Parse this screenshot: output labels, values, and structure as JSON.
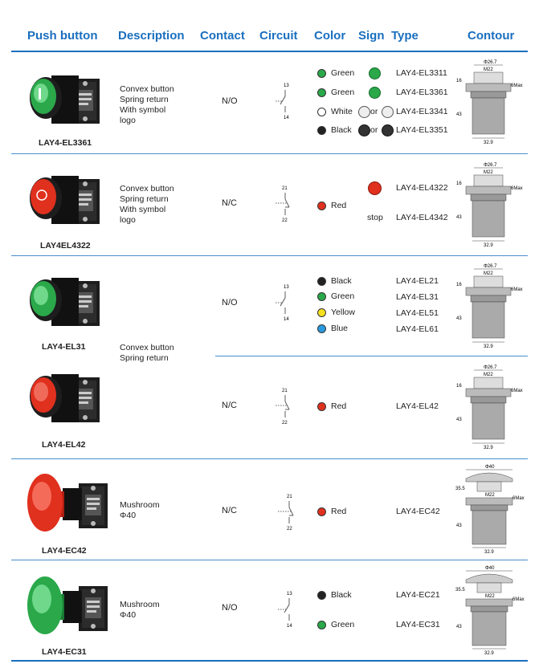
{
  "headers": {
    "push_button": "Push button",
    "description": "Description",
    "contact": "Contact",
    "circuit": "Circuit",
    "color": "Color",
    "sign": "Sign",
    "type": "Type",
    "contour": "Contour"
  },
  "colors": {
    "header_blue": "#1a6fbf",
    "green": "#2aa84a",
    "red": "#e0301e",
    "yellow": "#f5e020",
    "blue": "#2a9ae0",
    "black": "#222222",
    "white": "#ffffff"
  },
  "rows": [
    {
      "model": "LAY4-EL3361",
      "description": [
        "Convex button",
        "Spring return",
        "With symbol",
        "logo"
      ],
      "contact": "N/O",
      "circuit": {
        "top": "13",
        "bottom": "14"
      },
      "options": [
        {
          "color_name": "Green",
          "or": "",
          "code": "LAY4-EL3311"
        },
        {
          "color_name": "Green",
          "or": "",
          "code": "LAY4-EL3361"
        },
        {
          "color_name": "White",
          "or": "or",
          "code": "LAY4-EL3341"
        },
        {
          "color_name": "Black",
          "or": "or",
          "code": "LAY4-EL3351"
        }
      ]
    },
    {
      "model": "LAY4EL4322",
      "description": [
        "Convex button",
        "Spring return",
        "With symbol",
        "logo"
      ],
      "contact": "N/C",
      "circuit": {
        "top": "21",
        "bottom": "22"
      },
      "color_name": "Red",
      "sign_text": "stop",
      "codes": [
        "LAY4-EL4322",
        "LAY4-EL4342"
      ]
    },
    {
      "model": "LAY4-EL31",
      "contact": "N/O",
      "circuit": {
        "top": "13",
        "bottom": "14"
      },
      "options": [
        {
          "color_name": "Black",
          "code": "LAY4-EL21"
        },
        {
          "color_name": "Green",
          "code": "LAY4-EL31"
        },
        {
          "color_name": "Yellow",
          "code": "LAY4-EL51"
        },
        {
          "color_name": "Blue",
          "code": "LAY4-EL61"
        }
      ]
    },
    {
      "model": "LAY4-EL42",
      "contact": "N/C",
      "circuit": {
        "top": "21",
        "bottom": "22"
      },
      "color_name": "Red",
      "code": "LAY4-EL42"
    },
    {
      "model": "LAY4-EC42",
      "description": [
        "Mushroom",
        "Φ40"
      ],
      "contact": "N/C",
      "circuit": {
        "top": "21",
        "bottom": "22"
      },
      "color_name": "Red",
      "code": "LAY4-EC42"
    },
    {
      "model": "LAY4-EC31",
      "description": [
        "Mushroom",
        "Φ40"
      ],
      "contact": "N/O",
      "circuit": {
        "top": "13",
        "bottom": "14"
      },
      "options": [
        {
          "color_name": "Black",
          "code": "LAY4-EC21"
        },
        {
          "color_name": "Green",
          "code": "LAY4-EC31"
        }
      ]
    }
  ],
  "shared_description": [
    "Convex button",
    "Spring return"
  ],
  "contour_flush": {
    "dia": "Φ26.7",
    "m": "M22",
    "left": "16",
    "lower": "43",
    "max": "6Max",
    "width": "32.9"
  },
  "contour_mushroom": {
    "dia": "Φ40",
    "m": "M22",
    "left": "35.5",
    "lower": "43",
    "max": "6Max",
    "width": "32.9"
  }
}
